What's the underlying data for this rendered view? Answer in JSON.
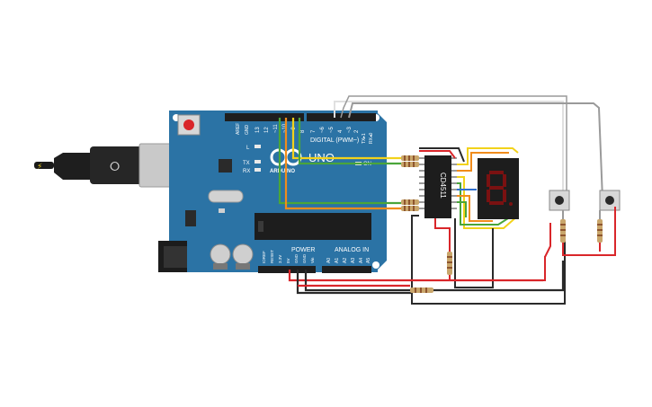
{
  "board": {
    "brand": "ARDUINO",
    "model": "UNO",
    "digital_header": "DIGITAL (PWM~)",
    "power_header": "POWER",
    "analog_header": "ANALOG IN",
    "on_label": "ON",
    "led_l": "L",
    "led_tx": "TX",
    "led_rx": "RX",
    "aref": "AREF",
    "gnd_top": "GND",
    "tx_pin": "TX▸1",
    "rx_pin": "RX◂0",
    "digital_pins": [
      "13",
      "12",
      "~11",
      "~10",
      "~9",
      "8",
      "7",
      "~6",
      "~5",
      "4",
      "~3",
      "2"
    ],
    "power_pins": [
      "IOREF",
      "RESET",
      "3.3V",
      "5V",
      "GND",
      "GND",
      "Vin"
    ],
    "analog_pins": [
      "A0",
      "A1",
      "A2",
      "A3",
      "A4",
      "A5"
    ]
  },
  "ic": {
    "label": "CD4511"
  },
  "colors": {
    "board": "#2b73a5",
    "wire_red": "#d9262a",
    "wire_black": "#2a2a2a",
    "wire_orange": "#f08c1c",
    "wire_yellow": "#f2d21b",
    "wire_green": "#4aa53a",
    "wire_blue": "#2f6fd0",
    "wire_gray": "#b5b5b5",
    "segment_lit": "#c21a1a"
  }
}
